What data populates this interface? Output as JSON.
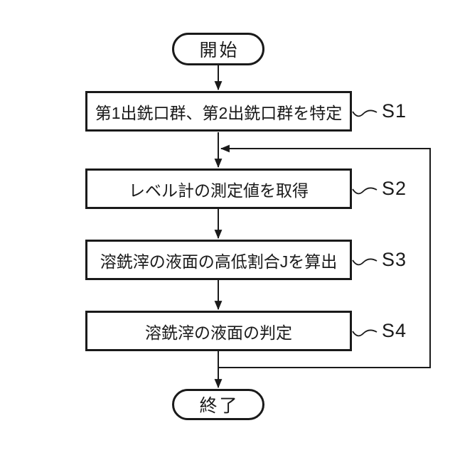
{
  "diagram": {
    "type": "flowchart",
    "background_color": "#ffffff",
    "line_color": "#1a1a1a",
    "start": {
      "label": "開始"
    },
    "end": {
      "label": "終了"
    },
    "steps": [
      {
        "id": "S1",
        "label": "第1出銑口群、第2出銑口群を特定"
      },
      {
        "id": "S2",
        "label": "レベル計の測定値を取得"
      },
      {
        "id": "S3",
        "label": "溶銑滓の液面の高低割合Jを算出"
      },
      {
        "id": "S4",
        "label": "溶銑滓の液面の判定"
      }
    ]
  }
}
